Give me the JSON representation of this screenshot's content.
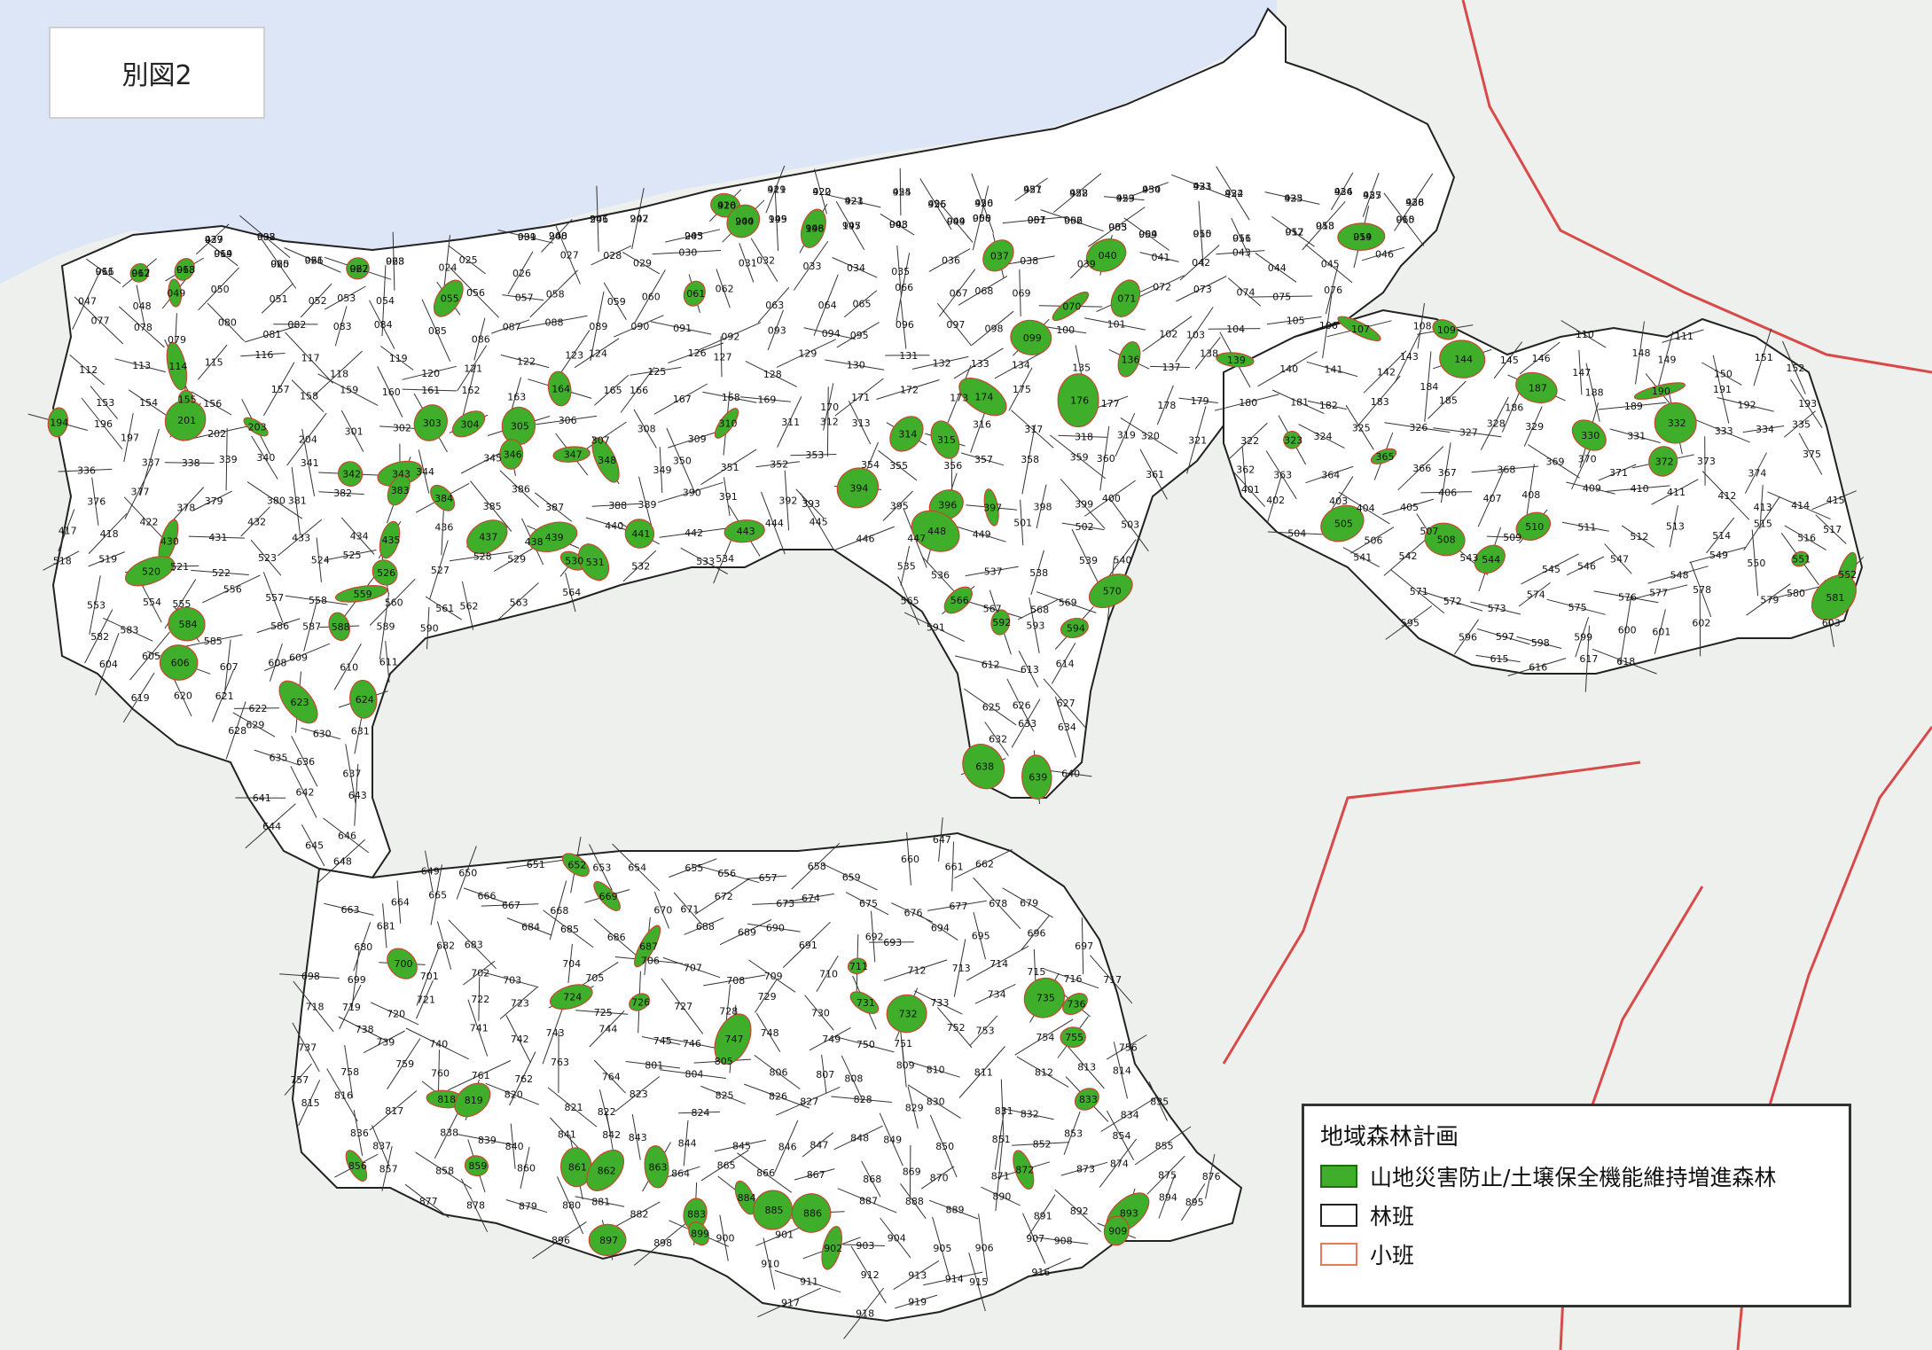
{
  "title": "別図2",
  "legend": {
    "title": "地域森林計画",
    "items": [
      {
        "label": "山地災害防止/土壌保全機能維持増進森林",
        "fill": "#3fae2a",
        "stroke": "#1e6b12"
      },
      {
        "label": "林班",
        "fill": "#ffffff",
        "stroke": "#222222"
      },
      {
        "label": "小班",
        "fill": "#ffffff",
        "stroke": "#e87a5a"
      }
    ]
  },
  "colors": {
    "sea": "#dde6f6",
    "land": "#eef0ee",
    "region": "#ffffff",
    "boundary": "#222222",
    "prefecture_line": "#d84a4a",
    "green": "#3fae2a"
  },
  "compartment_labels": [
    "416",
    "419",
    "420",
    "421",
    "455",
    "456",
    "450",
    "451",
    "452",
    "453",
    "454",
    "423",
    "424",
    "425",
    "426",
    "427",
    "428",
    "429",
    "002",
    "001",
    "208",
    "206",
    "207",
    "205",
    "200",
    "199",
    "198",
    "195",
    "003",
    "004",
    "008",
    "007",
    "006",
    "005",
    "009",
    "010",
    "011",
    "012",
    "013",
    "014",
    "015",
    "016",
    "017",
    "018",
    "019",
    "020",
    "021",
    "022",
    "023",
    "024",
    "025",
    "026",
    "027",
    "028",
    "029",
    "030",
    "031",
    "032",
    "033",
    "034",
    "035",
    "036",
    "037",
    "038",
    "039",
    "040",
    "041",
    "042",
    "043",
    "044",
    "045",
    "046",
    "047",
    "048",
    "049",
    "050",
    "051",
    "052",
    "053",
    "054",
    "055",
    "056",
    "057",
    "058",
    "059",
    "060",
    "061",
    "062",
    "063",
    "064",
    "065",
    "066",
    "067",
    "068",
    "069",
    "070",
    "071",
    "072",
    "073",
    "074",
    "075",
    "076",
    "077",
    "078",
    "079",
    "080",
    "081",
    "082",
    "083",
    "084",
    "085",
    "086",
    "087",
    "088",
    "089",
    "090",
    "091",
    "092",
    "093",
    "094",
    "095",
    "096",
    "097",
    "098",
    "099",
    "100",
    "101",
    "102",
    "103",
    "104",
    "105",
    "106",
    "107",
    "108",
    "109",
    "110",
    "111",
    "112",
    "113",
    "114",
    "115",
    "116",
    "117",
    "118",
    "119",
    "120",
    "121",
    "122",
    "123",
    "124",
    "125",
    "126",
    "127",
    "128",
    "129",
    "130",
    "131",
    "132",
    "133",
    "134",
    "135",
    "136",
    "137",
    "138",
    "139",
    "140",
    "141",
    "142",
    "143",
    "144",
    "145",
    "146",
    "147",
    "148",
    "149",
    "150",
    "151",
    "152",
    "153",
    "154",
    "155",
    "156",
    "157",
    "158",
    "159",
    "160",
    "161",
    "162",
    "163",
    "164",
    "165",
    "166",
    "167",
    "168",
    "169",
    "170",
    "171",
    "172",
    "173",
    "174",
    "175",
    "176",
    "177",
    "178",
    "179",
    "180",
    "181",
    "182",
    "183",
    "184",
    "185",
    "186",
    "187",
    "188",
    "189",
    "190",
    "191",
    "192",
    "193",
    "194",
    "196",
    "197",
    "201",
    "202",
    "203",
    "204",
    "301",
    "302",
    "303",
    "304",
    "305",
    "306",
    "307",
    "308",
    "309",
    "310",
    "311",
    "312",
    "313",
    "314",
    "315",
    "316",
    "317",
    "318",
    "319",
    "320",
    "321",
    "322",
    "323",
    "324",
    "325",
    "326",
    "327",
    "328",
    "329",
    "330",
    "331",
    "332",
    "333",
    "334",
    "335",
    "336",
    "337",
    "338",
    "339",
    "340",
    "341",
    "342",
    "343",
    "344",
    "345",
    "346",
    "347",
    "348",
    "349",
    "350",
    "351",
    "352",
    "353",
    "354",
    "355",
    "356",
    "357",
    "358",
    "359",
    "360",
    "361",
    "362",
    "363",
    "364",
    "365",
    "366",
    "367",
    "368",
    "369",
    "370",
    "371",
    "372",
    "373",
    "374",
    "375",
    "376",
    "377",
    "378",
    "379",
    "380",
    "381",
    "382",
    "383",
    "384",
    "385",
    "386",
    "387",
    "388",
    "389",
    "390",
    "391",
    "392",
    "393",
    "394",
    "395",
    "396",
    "397",
    "398",
    "399",
    "400",
    "401",
    "402",
    "403",
    "404",
    "405",
    "406",
    "407",
    "408",
    "409",
    "410",
    "411",
    "412",
    "413",
    "414",
    "415",
    "417",
    "418",
    "422",
    "430",
    "431",
    "432",
    "433",
    "434",
    "435",
    "436",
    "437",
    "438",
    "439",
    "440",
    "441",
    "442",
    "443",
    "444",
    "445",
    "446",
    "447",
    "448",
    "449",
    "501",
    "502",
    "503",
    "504",
    "505",
    "506",
    "507",
    "508",
    "509",
    "510",
    "511",
    "512",
    "513",
    "514",
    "515",
    "516",
    "517",
    "518",
    "519",
    "520",
    "521",
    "522",
    "523",
    "524",
    "525",
    "526",
    "527",
    "528",
    "529",
    "530",
    "531",
    "532",
    "533",
    "534",
    "535",
    "536",
    "537",
    "538",
    "539",
    "540",
    "541",
    "542",
    "543",
    "544",
    "545",
    "546",
    "547",
    "548",
    "549",
    "550",
    "551",
    "552",
    "553",
    "554",
    "555",
    "556",
    "557",
    "558",
    "559",
    "560",
    "561",
    "562",
    "563",
    "564",
    "565",
    "566",
    "567",
    "568",
    "569",
    "570",
    "571",
    "572",
    "573",
    "574",
    "575",
    "576",
    "577",
    "578",
    "579",
    "580",
    "581",
    "582",
    "583",
    "584",
    "585",
    "586",
    "587",
    "588",
    "589",
    "590",
    "591",
    "592",
    "593",
    "594",
    "595",
    "596",
    "597",
    "598",
    "599",
    "600",
    "601",
    "602",
    "603",
    "604",
    "605",
    "606",
    "607",
    "608",
    "609",
    "610",
    "611",
    "612",
    "613",
    "614",
    "615",
    "616",
    "617",
    "618",
    "619",
    "620",
    "621",
    "622",
    "623",
    "624",
    "625",
    "626",
    "627",
    "628",
    "629",
    "630",
    "631",
    "632",
    "633",
    "634",
    "635",
    "636",
    "637",
    "638",
    "639",
    "640",
    "641",
    "642",
    "643",
    "644",
    "645",
    "646",
    "647",
    "648",
    "649",
    "650",
    "651",
    "652",
    "653",
    "654",
    "655",
    "656",
    "657",
    "658",
    "659",
    "660",
    "661",
    "662",
    "663",
    "664",
    "665",
    "666",
    "667",
    "668",
    "669",
    "670",
    "671",
    "672",
    "673",
    "674",
    "675",
    "676",
    "677",
    "678",
    "679",
    "680",
    "681",
    "682",
    "683",
    "684",
    "685",
    "686",
    "687",
    "688",
    "689",
    "690",
    "691",
    "692",
    "693",
    "694",
    "695",
    "696",
    "697",
    "698",
    "699",
    "700",
    "701",
    "702",
    "703",
    "704",
    "705",
    "706",
    "707",
    "708",
    "709",
    "710",
    "711",
    "712",
    "713",
    "714",
    "715",
    "716",
    "717",
    "718",
    "719",
    "720",
    "721",
    "722",
    "723",
    "724",
    "725",
    "726",
    "727",
    "728",
    "729",
    "730",
    "731",
    "732",
    "733",
    "734",
    "735",
    "736",
    "737",
    "738",
    "739",
    "740",
    "741",
    "742",
    "743",
    "744",
    "745",
    "746",
    "747",
    "748",
    "749",
    "750",
    "751",
    "752",
    "753",
    "754",
    "755",
    "756",
    "757",
    "758",
    "759",
    "760",
    "761",
    "762",
    "763",
    "764",
    "801",
    "804",
    "805",
    "806",
    "807",
    "808",
    "809",
    "810",
    "811",
    "812",
    "813",
    "814",
    "815",
    "816",
    "817",
    "818",
    "819",
    "820",
    "821",
    "822",
    "823",
    "824",
    "825",
    "826",
    "827",
    "828",
    "829",
    "830",
    "831",
    "832",
    "833",
    "834",
    "835",
    "836",
    "837",
    "838",
    "839",
    "840",
    "841",
    "842",
    "843",
    "844",
    "845",
    "846",
    "847",
    "848",
    "849",
    "850",
    "851",
    "852",
    "853",
    "854",
    "855",
    "856",
    "857",
    "858",
    "859",
    "860",
    "861",
    "862",
    "863",
    "864",
    "865",
    "866",
    "867",
    "868",
    "869",
    "870",
    "871",
    "872",
    "873",
    "874",
    "875",
    "876",
    "877",
    "878",
    "879",
    "880",
    "881",
    "882",
    "883",
    "884",
    "885",
    "886",
    "887",
    "888",
    "889",
    "890",
    "891",
    "892",
    "893",
    "894",
    "895",
    "896",
    "897",
    "898",
    "899",
    "900",
    "901",
    "902",
    "903",
    "904",
    "905",
    "906",
    "907",
    "908",
    "909",
    "910",
    "911",
    "912",
    "913",
    "914",
    "915",
    "916",
    "917",
    "918",
    "919",
    "920",
    "921",
    "922",
    "923",
    "924",
    "925",
    "926",
    "927",
    "928",
    "929",
    "930",
    "931",
    "932",
    "933",
    "934",
    "935",
    "936",
    "937",
    "938",
    "939",
    "940",
    "941",
    "942",
    "943",
    "944",
    "945",
    "946",
    "947",
    "948",
    "949",
    "950",
    "951",
    "952",
    "953",
    "954",
    "955",
    "956",
    "957",
    "958",
    "959",
    "960",
    "961",
    "962",
    "963",
    "964",
    "965",
    "966",
    "967",
    "968"
  ]
}
